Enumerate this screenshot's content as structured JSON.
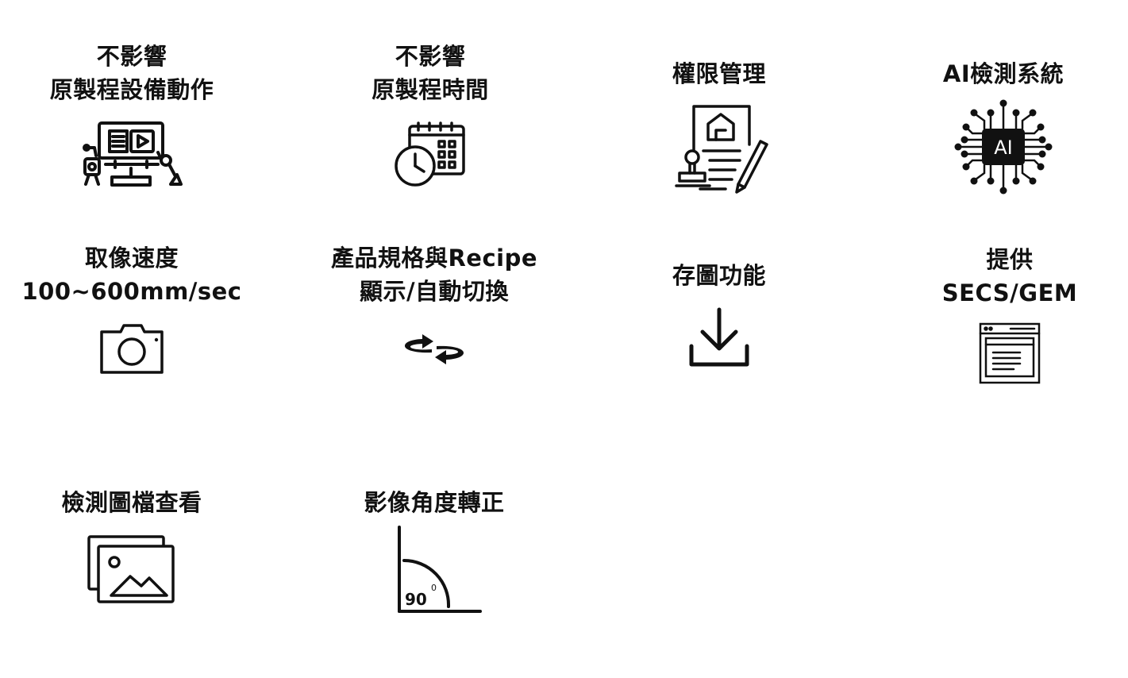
{
  "features": [
    {
      "lines": [
        "不影響",
        "原製程設備動作"
      ],
      "icon": "equipment-icon"
    },
    {
      "lines": [
        "不影響",
        "原製程時間"
      ],
      "icon": "calendar-clock-icon"
    },
    {
      "lines": [
        "權限管理"
      ],
      "icon": "document-stamp-icon"
    },
    {
      "lines": [
        "AI檢測系統"
      ],
      "icon": "ai-chip-icon",
      "icon_text": "AI"
    },
    {
      "lines": [
        "取像速度",
        "100~600mm/sec"
      ],
      "icon": "camera-icon"
    },
    {
      "lines": [
        "產品規格與Recipe",
        "顯示/自動切換"
      ],
      "icon": "switch-arrows-icon"
    },
    {
      "lines": [
        "存圖功能"
      ],
      "icon": "download-icon"
    },
    {
      "lines": [
        "提供",
        "SECS/GEM"
      ],
      "icon": "window-icon"
    },
    {
      "lines": [
        "檢測圖檔查看"
      ],
      "icon": "image-gallery-icon"
    },
    {
      "lines": [
        "影像角度轉正"
      ],
      "icon": "angle-icon",
      "icon_text": "90",
      "icon_sup": "0"
    }
  ],
  "colors": {
    "text": "#111111",
    "icon": "#111111",
    "background": "#ffffff"
  }
}
